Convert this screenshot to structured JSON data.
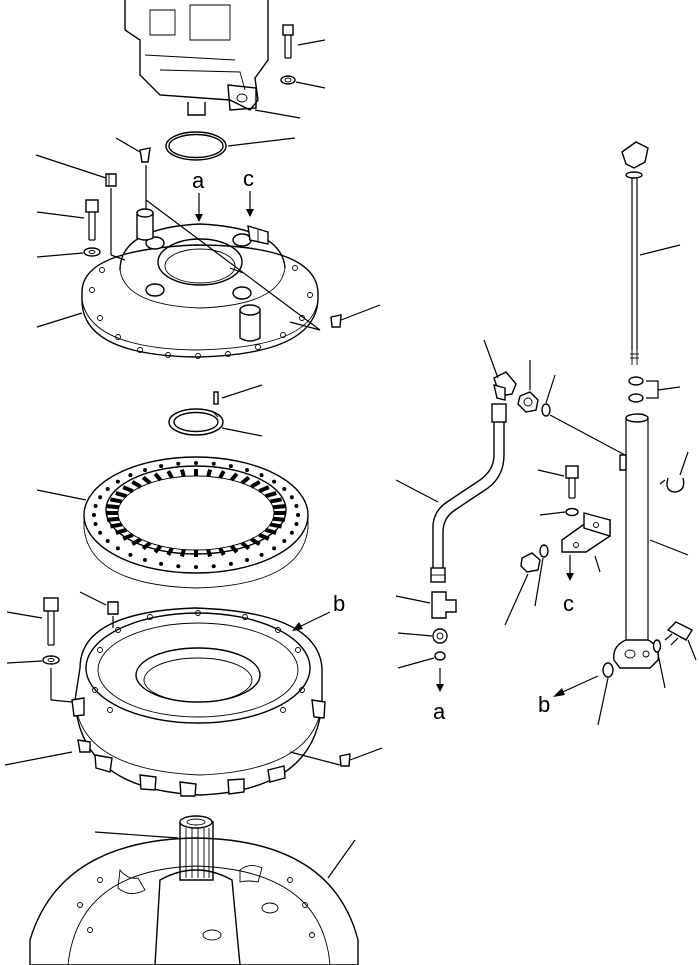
{
  "diagram": {
    "reference_letters": {
      "a": "a",
      "b": "b",
      "c": "c"
    }
  }
}
